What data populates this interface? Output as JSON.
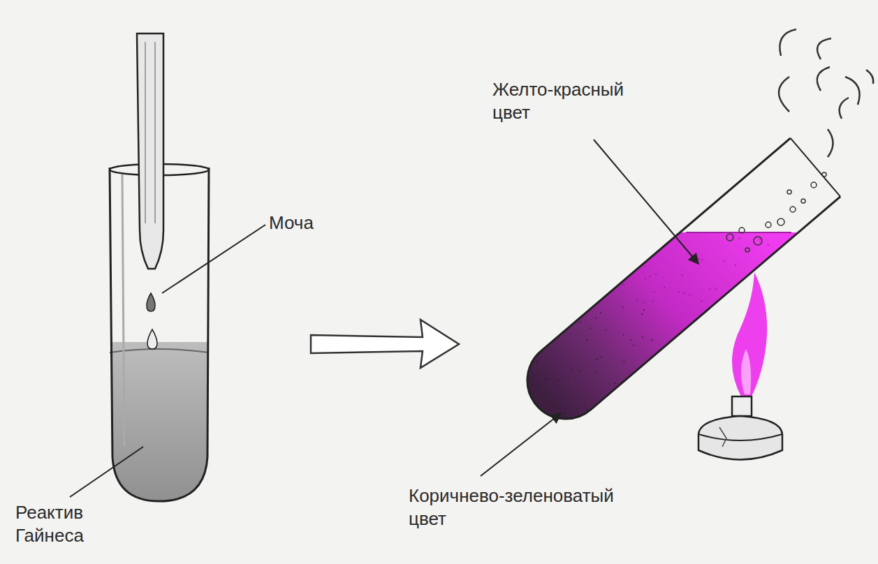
{
  "diagram": {
    "labels": [
      "Моча",
      "Реактив Гайнеса",
      "Желто-красный цвет",
      "Коричнево-зеленоватый цвет"
    ]
  }
}
